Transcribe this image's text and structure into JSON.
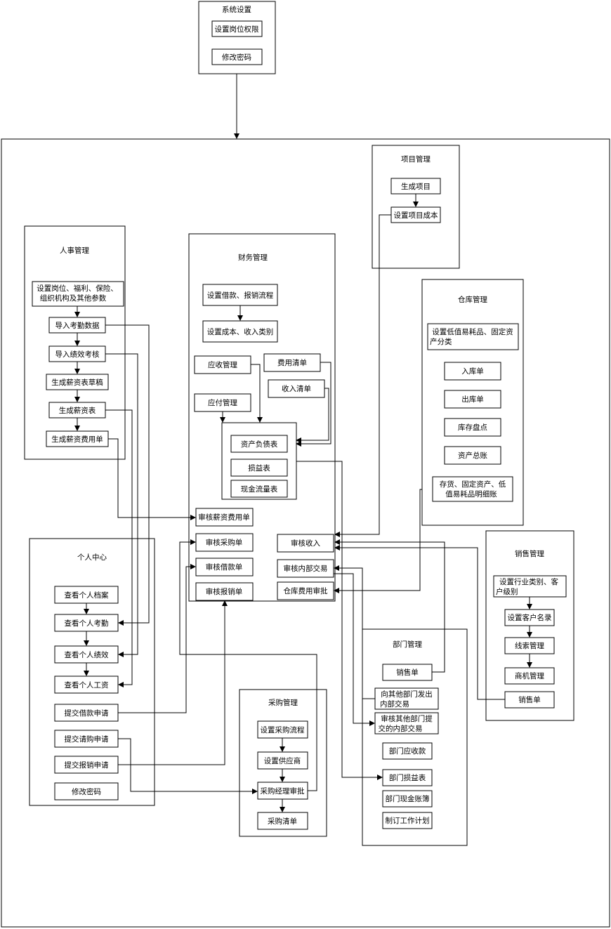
{
  "groups": {
    "system": "系统设置",
    "project": "项目管理",
    "hr": "人事管理",
    "finance": "财务管理",
    "warehouse": "仓库管理",
    "personal": "个人中心",
    "sales": "销售管理",
    "dept": "部门管理",
    "purchase": "采购管理"
  },
  "nodes": {
    "set_post_perm": "设置岗位权限",
    "sys_change_pwd": "修改密码",
    "gen_project": "生成项目",
    "set_project_cost": "设置项目成本",
    "hr_params_1": "设置岗位、福利、保险、",
    "hr_params_2": "组织机构及其他参数",
    "import_attendance": "导入考勤数据",
    "import_performance": "导入绩效考核",
    "gen_salary_draft": "生成薪资表草稿",
    "gen_salary": "生成薪资表",
    "gen_salary_expense": "生成薪资费用单",
    "set_loan_flow": "设置借款、报销流程",
    "set_cost_income": "设置成本、收入类别",
    "receivable_mgmt": "应收管理",
    "expense_list": "费用清单",
    "income_list": "收入清单",
    "payable_mgmt": "应付管理",
    "balance_sheet": "资产负债表",
    "income_statement": "损益表",
    "cash_flow": "现金流量表",
    "audit_salary_expense": "审核薪资费用单",
    "audit_purchase": "审核采购单",
    "audit_loan": "审核借款单",
    "audit_reimburse": "审核报销单",
    "audit_income": "审核收入",
    "audit_internal_trade": "审核内部交易",
    "audit_wh_expense": "仓库费用审批",
    "wh_set_class_1": "设置低值易耗品、固定资",
    "wh_set_class_2": "产分类",
    "inbound": "入库单",
    "outbound": "出库单",
    "stocktake": "库存盘点",
    "asset_ledger": "资产总账",
    "inventory_detail_1": "存货、固定资产、低",
    "inventory_detail_2": "值易耗品明细账",
    "view_profile": "查看个人档案",
    "view_attendance": "查看个人考勤",
    "view_performance": "查看个人绩效",
    "view_salary": "查看个人工资",
    "submit_loan": "提交借款申请",
    "submit_purchase_req": "提交请购申请",
    "submit_reimburse": "提交报销申请",
    "personal_change_pwd": "修改密码",
    "sales_set_type_1": "设置行业类别、客",
    "sales_set_type_2": "户级别",
    "set_customer": "设置客户名录",
    "lead_mgmt": "线索管理",
    "opportunity_mgmt": "商机管理",
    "sales_order": "销售单",
    "dept_sales_order": "销售单",
    "dept_issue_trade_1": "向其他部门发出",
    "dept_issue_trade_2": "内部交易",
    "dept_audit_trade_1": "审核其他部门提",
    "dept_audit_trade_2": "交的内部交易",
    "dept_receivable": "部门应收款",
    "dept_pnl": "部门损益表",
    "dept_cash_journal": "部门现金账簿",
    "dept_work_plan": "制订工作计划",
    "set_purchase_flow": "设置采购流程",
    "set_supplier": "设置供应商",
    "purchase_mgr_approve": "采购经理审批",
    "purchase_list": "采购清单"
  }
}
